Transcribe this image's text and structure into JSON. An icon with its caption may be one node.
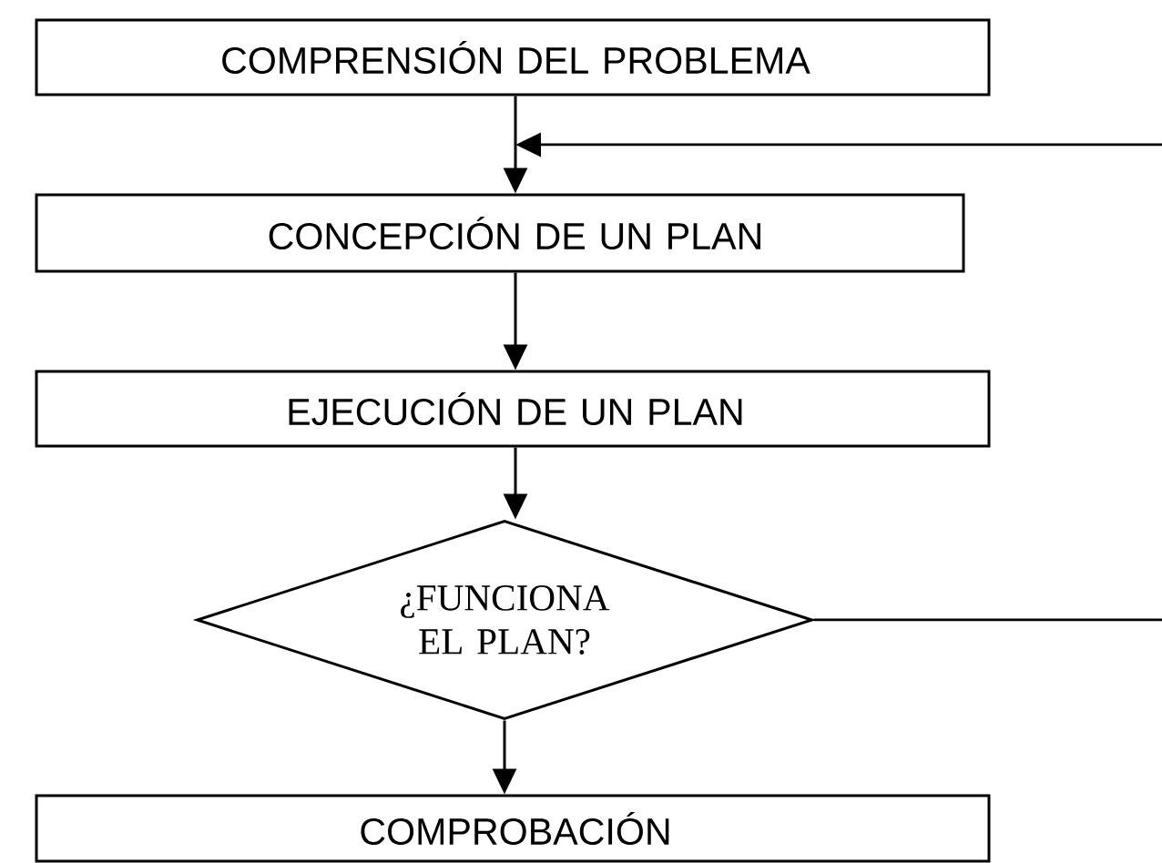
{
  "diagram": {
    "nodes": [
      {
        "text": [
          "COMPRENSIÓN DEL PROBLEMA"
        ]
      },
      {
        "text": [
          "CONCEPCIÓN DE UN PLAN"
        ]
      },
      {
        "text": [
          "EJECUCIÓN DE UN PLAN"
        ]
      },
      {
        "text": [
          "¿FUNCIONA EL PLAN?"
        ]
      },
      {
        "text": [
          "COMPROBACIÓN"
        ]
      }
    ],
    "edges": [
      {
        "from": 0,
        "to": 1,
        "arrow": "to"
      },
      {
        "from": 1,
        "to": 2,
        "arrow": "to"
      },
      {
        "from": 2,
        "to": 3,
        "arrow": "to"
      },
      {
        "from": 3,
        "to": 4,
        "arrow": "to"
      },
      {
        "from": 3,
        "to": null,
        "arrow": "none"
      },
      {
        "from": null,
        "to": 1,
        "arrow": "to"
      }
    ]
  }
}
